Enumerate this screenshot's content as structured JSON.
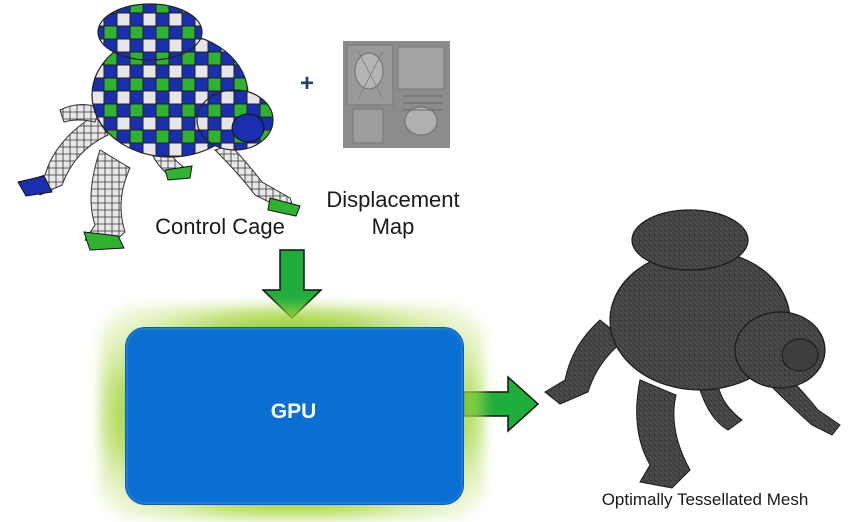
{
  "labels": {
    "control_cage": "Control Cage",
    "displacement_map_line1": "Displacement",
    "displacement_map_line2": "Map",
    "plus": "+",
    "gpu": "GPU",
    "result": "Optimally Tessellated Mesh"
  },
  "colors": {
    "gpu_fill": "#0a6fd2",
    "gpu_glow": "#94cc20",
    "arrow_fill": "#1fae3c",
    "cage_blue": "#1a2fb0",
    "cage_green": "#2fb32f",
    "cage_white": "#e6e6e6",
    "mesh_gray": "#555555"
  },
  "icons": {
    "control_cage": "control-cage-model-icon",
    "displacement_map": "displacement-map-texture-icon",
    "result_mesh": "tessellated-mesh-model-icon",
    "arrow_down": "arrow-down-icon",
    "arrow_right": "arrow-right-icon"
  }
}
